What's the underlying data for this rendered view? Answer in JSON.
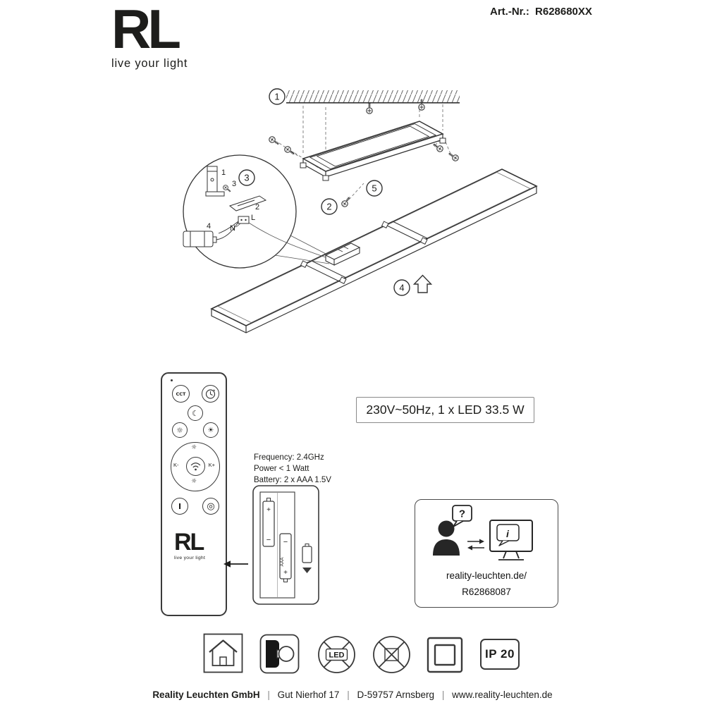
{
  "colors": {
    "ink": "#1d1d1b",
    "line": "#3a3a3a",
    "muted": "#8a8a8a"
  },
  "header": {
    "logo": "RL",
    "tagline": "live your light",
    "art_label": "Art.-Nr.:",
    "art_number": "R628680XX"
  },
  "installation": {
    "step1": "1",
    "step2": "2",
    "step3": "3",
    "step4": "4",
    "step5": "5",
    "part1": "1",
    "part2": "2",
    "part3": "3",
    "part4": "4",
    "live": "L",
    "neutral": "N"
  },
  "specs": {
    "rating": "230V~50Hz, 1 x LED 33.5 W",
    "lines": [
      "Frequency: 2.4GHz",
      "Power < 1 Watt",
      "Battery: 2 x AAA 1.5V"
    ]
  },
  "remote": {
    "cct": "CCT",
    "moon": "☾",
    "sun_dim": "☼",
    "sun_bright": "☀",
    "sun_small": "☼",
    "k_minus": "K-",
    "k_plus": "K+",
    "on": "I",
    "off": "◎",
    "logo": "RL",
    "tagline": "live your light"
  },
  "battery": {
    "plus_left": "+",
    "minus_left": "−",
    "plus_right": "+",
    "minus_right": "−",
    "type": "AAA"
  },
  "support": {
    "question": "?",
    "info": "i",
    "url": "reality-leuchten.de/",
    "code": "R62868087"
  },
  "badges": {
    "led": "LED",
    "ip": "IP 20"
  },
  "footer": {
    "company": "Reality Leuchten GmbH",
    "sep": "|",
    "street": "Gut Nierhof 17",
    "city": "D-59757 Arnsberg",
    "site": "www.reality-leuchten.de"
  }
}
